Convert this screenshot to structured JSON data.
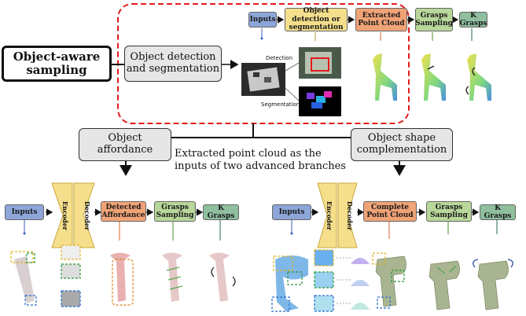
{
  "main": {
    "object_aware_sampling": "Object-aware sampling",
    "obj_det_seg_box": "Object detection and segmentation",
    "object_affordance": "Object affordance",
    "object_shape_complementation": "Object shape complementation",
    "branch_caption": "Extracted point cloud as the inputs of two advanced branches"
  },
  "top_pipeline": {
    "inputs": "Inputs",
    "object_detection": "Object detection or segmentation",
    "extracted_point_cloud": "Extracted Point Cloud",
    "grasps_sampling": "Grasps Sampling",
    "k_grasps": "K Grasps",
    "detection_label": "Detection",
    "segmentation_label": "Segmentation"
  },
  "left_pipeline": {
    "inputs": "Inputs",
    "encoder": "Encoder",
    "decoder": "Decoder",
    "detected_affordance": "Detected Affordance",
    "grasps_sampling": "Grasps Sampling",
    "k_grasps": "K Grasps"
  },
  "right_pipeline": {
    "inputs": "Inputs",
    "encoder": "Encoder",
    "decoder": "Decoder",
    "complete_point_cloud": "Complete Point Cloud",
    "grasps_sampling": "Grasps Sampling",
    "k_grasps": "K Grasps"
  },
  "colors": {
    "dashed_region": "#e31b1b",
    "inputs": "#8da6d9",
    "detection": "#f5df8c",
    "extract": "#f0a377",
    "grasp": "#b8d79a",
    "kgrasp": "#8fbf9e"
  }
}
